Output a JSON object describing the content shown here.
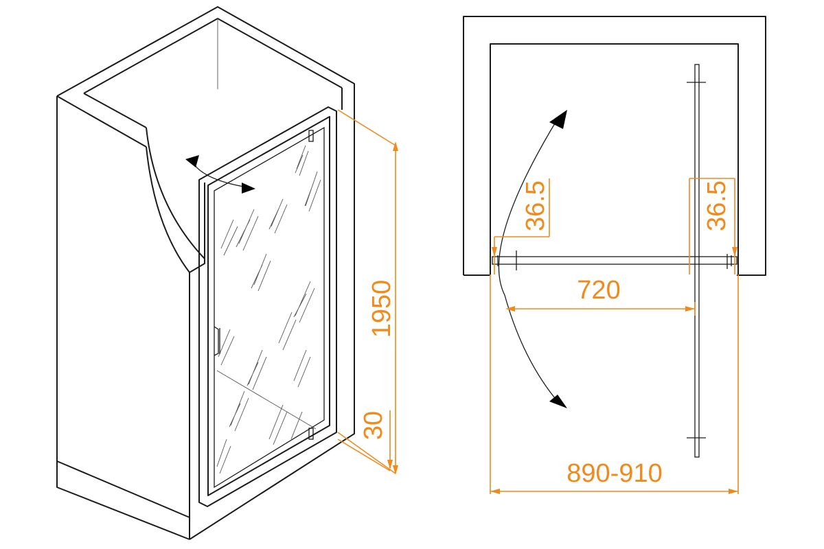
{
  "dimensions": {
    "height": "1950",
    "threshold": "30",
    "left_offset": "36.5",
    "right_offset": "36.5",
    "door_width": "720",
    "opening_width": "890-910"
  },
  "colors": {
    "dimension": "#f08a1c",
    "outline": "#1a1a1a",
    "background": "#ffffff"
  }
}
